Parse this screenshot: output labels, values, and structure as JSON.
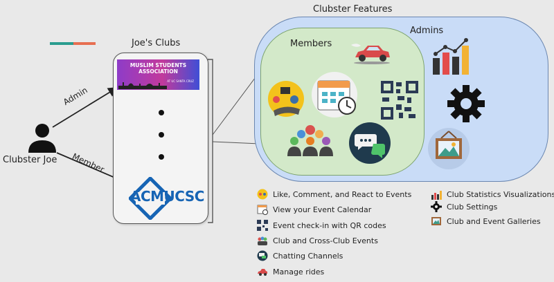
{
  "left": {
    "user_label": "Clubster Joe",
    "admin_label": "Admin",
    "member_label": "Member",
    "clubs_title": "Joe's Clubs",
    "msa_banner": {
      "line1": "MUSLIM STUDENTS",
      "line2": "ASSOCIATION",
      "sub": "AT UC SANTA CRUZ"
    },
    "acm_logo_text": "ACMUCSC"
  },
  "features": {
    "title": "Clubster Features",
    "admins_label": "Admins",
    "members_label": "Members"
  },
  "legend_left": [
    {
      "icon": "social-reactions-icon",
      "label": "Like, Comment, and React to Events"
    },
    {
      "icon": "calendar-icon",
      "label": "View your Event Calendar"
    },
    {
      "icon": "qr-code-icon",
      "label": "Event check-in with QR codes"
    },
    {
      "icon": "group-icon",
      "label": "Club and Cross-Club Events"
    },
    {
      "icon": "chat-icon",
      "label": "Chatting Channels"
    },
    {
      "icon": "car-icon",
      "label": "Manage rides"
    }
  ],
  "legend_right": [
    {
      "icon": "bar-chart-icon",
      "label": "Club Statistics Visualizations"
    },
    {
      "icon": "gear-icon",
      "label": "Club Settings"
    },
    {
      "icon": "gallery-icon",
      "label": "Club and Event Galleries"
    }
  ],
  "colors": {
    "background": "#e9e9e9",
    "accent_teal": "#2a9d8f",
    "accent_orange": "#e76f51",
    "admins_region": "#c9dcf7",
    "members_region": "#d3e9c9",
    "acm_blue": "#1664b4"
  }
}
